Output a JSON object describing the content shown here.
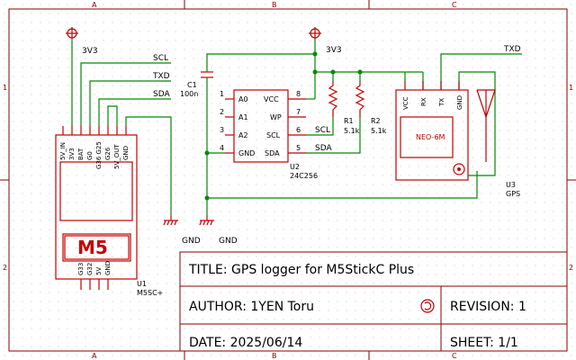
{
  "border": {
    "columns": [
      "A",
      "B",
      "C"
    ],
    "rows": [
      "1",
      "2"
    ]
  },
  "nets": {
    "v33_left": "3V3",
    "v33_mid": "3V3",
    "scl": "SCL",
    "txd": "TXD",
    "sda": "SDA",
    "txd_right": "TXD",
    "scl_local": "SCL",
    "sda_local": "SDA",
    "gnd1": "GND",
    "gnd2": "GND"
  },
  "m5": {
    "logo": "M5",
    "ref": "U1",
    "value": "M5SC+",
    "top_pins": [
      "5V_IN",
      "3V3",
      "BAT",
      "G0",
      "G36 G25",
      "G26",
      "5V_OUT",
      "GND"
    ],
    "bottom_pins": [
      "G33",
      "G32",
      "5V",
      "GND"
    ]
  },
  "cap": {
    "ref": "C1",
    "value": "100n"
  },
  "eeprom": {
    "ref": "U2",
    "value": "24C256",
    "left_pins": [
      {
        "num": "1",
        "name": "A0"
      },
      {
        "num": "2",
        "name": "A1"
      },
      {
        "num": "3",
        "name": "A2"
      },
      {
        "num": "4",
        "name": "GND"
      }
    ],
    "right_pins": [
      {
        "num": "8",
        "name": "VCC"
      },
      {
        "num": "7",
        "name": "WP"
      },
      {
        "num": "6",
        "name": "SCL"
      },
      {
        "num": "5",
        "name": "SDA"
      }
    ]
  },
  "r1": {
    "ref": "R1",
    "value": "5.1k"
  },
  "r2": {
    "ref": "R2",
    "value": "5.1k"
  },
  "gps": {
    "name": "NEO-6M",
    "ref": "U3",
    "value": "GPS",
    "pins": [
      "VCC",
      "RX",
      "TX",
      "GND"
    ]
  },
  "title_block": {
    "title": "TITLE: GPS logger for M5StickC Plus",
    "author": "AUTHOR: 1YEN Toru",
    "revision": "REVISION: 1",
    "date": "DATE: 2025/06/14",
    "sheet": "SHEET: 1/1"
  }
}
